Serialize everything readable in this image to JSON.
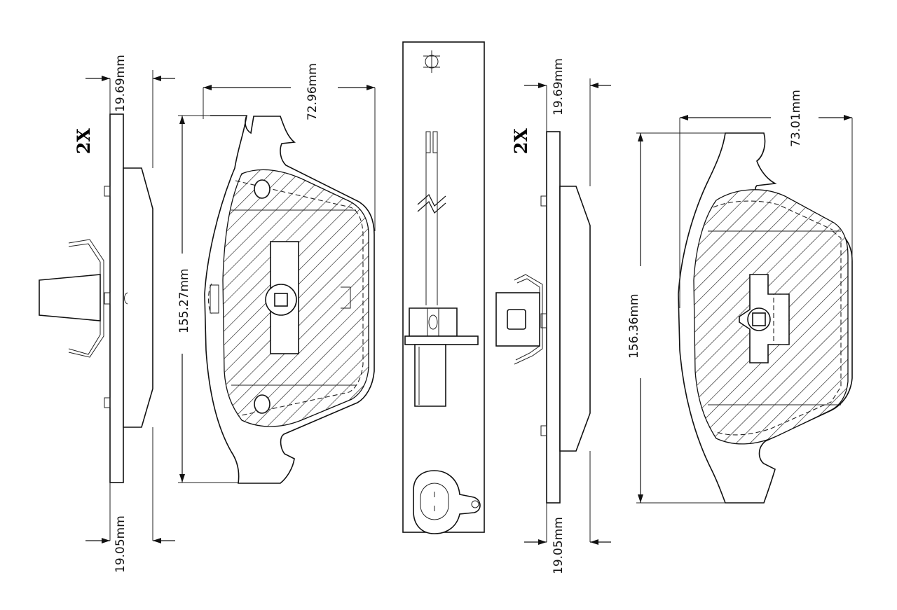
{
  "left_pad": {
    "quantity": "2X",
    "dim_top": "19.69mm",
    "dim_bottom": "19.05mm",
    "dim_height": "155.27mm",
    "dim_width": "72.96mm"
  },
  "right_pad": {
    "quantity": "2X",
    "dim_top": "19.69mm",
    "dim_bottom": "19.05mm",
    "dim_height": "156.36mm",
    "dim_width": "73.01mm"
  },
  "colors": {
    "line": "#111111",
    "background": "#ffffff"
  }
}
